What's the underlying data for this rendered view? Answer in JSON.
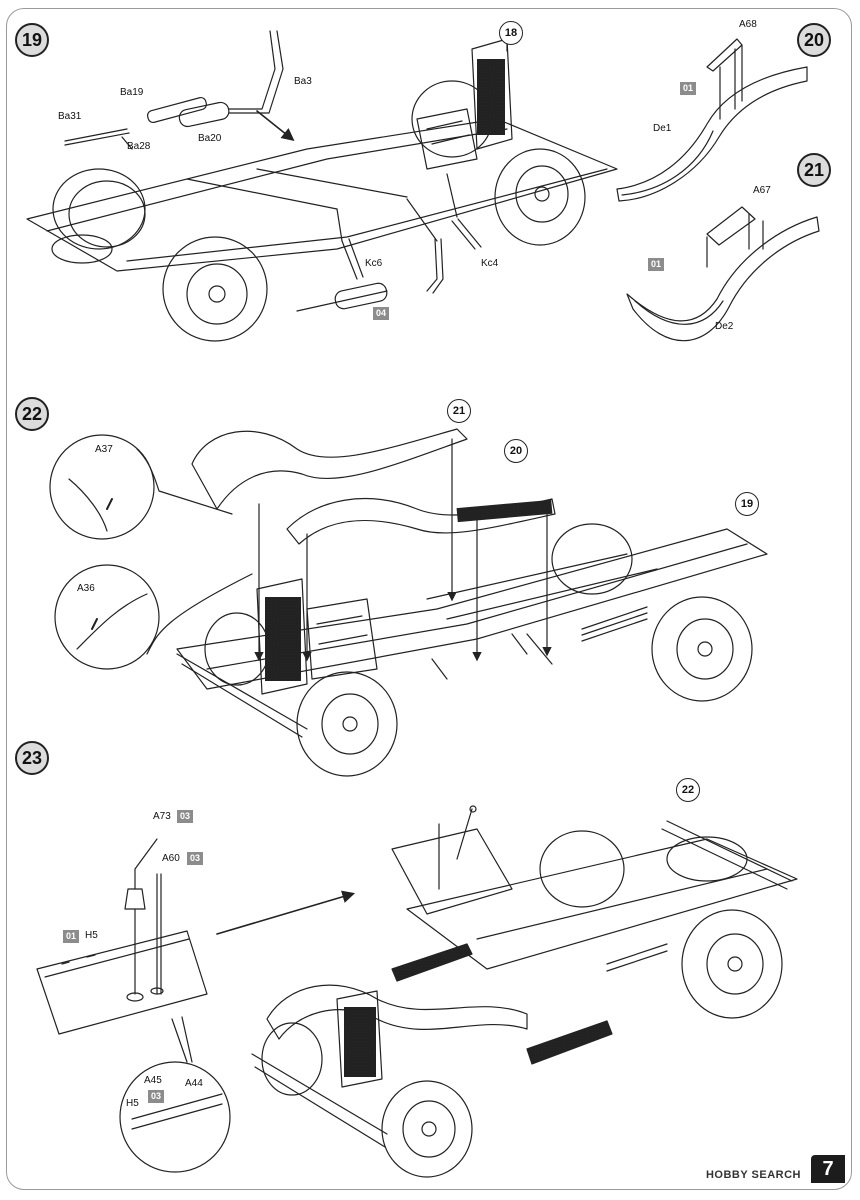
{
  "page_number": "7",
  "watermark": "HOBBY SEARCH",
  "steps": [
    {
      "number": "19",
      "assembly_ref": "18",
      "labels": {
        "ba3": "Ba3",
        "ba19": "Ba19",
        "ba20": "Ba20",
        "ba31": "Ba31",
        "ba28": "Ba28",
        "kc6": "Kc6",
        "kc4": "Kc4"
      },
      "paint_tags": {
        "t04": "04"
      }
    },
    {
      "number": "20",
      "labels": {
        "a68": "A68",
        "de1": "De1"
      },
      "paint_tags": {
        "t01": "01"
      }
    },
    {
      "number": "21",
      "labels": {
        "a67": "A67",
        "de2": "De2"
      },
      "paint_tags": {
        "t01": "01"
      }
    },
    {
      "number": "22",
      "assembly_refs": [
        "21",
        "20",
        "19"
      ],
      "labels": {
        "a37": "A37",
        "a36": "A36"
      }
    },
    {
      "number": "23",
      "assembly_ref": "22",
      "labels": {
        "a73": "A73",
        "a60": "A60",
        "h5": "H5",
        "a45": "A45",
        "a44": "A44",
        "h5b": "H5"
      },
      "paint_tags": {
        "t03a": "03",
        "t03b": "03",
        "t01": "01",
        "t03c": "03"
      }
    }
  ]
}
